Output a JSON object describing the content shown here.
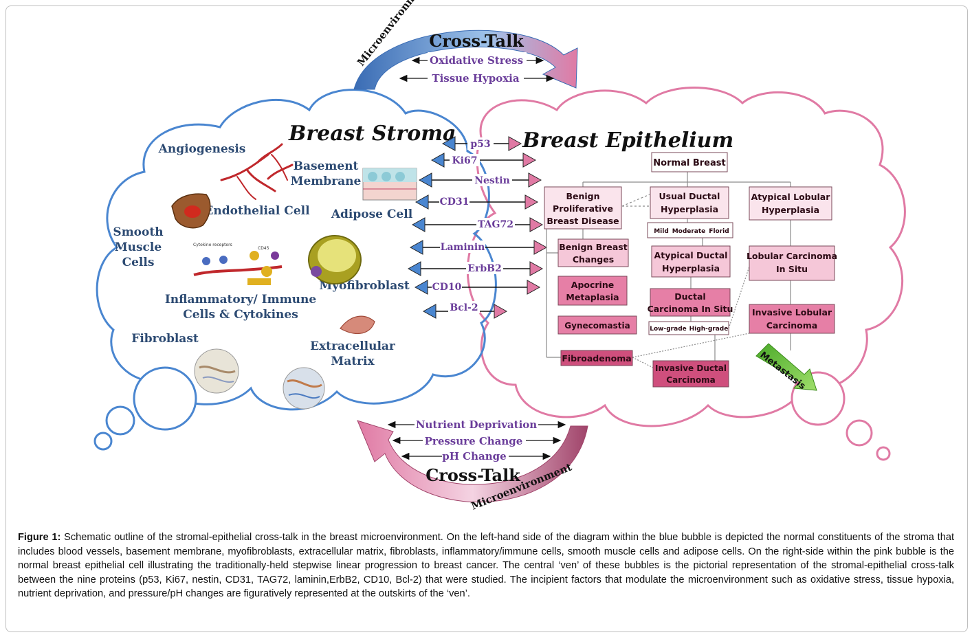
{
  "top_crosstalk": {
    "title": "Cross-Talk",
    "arc_label": "Microenvironment",
    "factors": [
      "Oxidative Stress",
      "Tissue Hypoxia"
    ]
  },
  "bottom_crosstalk": {
    "title": "Cross-Talk",
    "arc_label": "Microenvironment",
    "factors": [
      "Nutrient Deprivation",
      "Pressure Change",
      "pH Change"
    ]
  },
  "stroma": {
    "title": "Breast Stroma",
    "labels": {
      "angiogenesis": "Angiogenesis",
      "basement_membrane_1": "Basement",
      "basement_membrane_2": "Membrane",
      "endothelial": "Endothelial Cell",
      "adipose": "Adipose Cell",
      "smooth_1": "Smooth",
      "smooth_2": "Muscle",
      "smooth_3": "Cells",
      "inflammatory_1": "Inflammatory/ Immune",
      "inflammatory_2": "Cells & Cytokines",
      "myofibroblast": "Myofibroblast",
      "fibroblast": "Fibroblast",
      "ecm_1": "Extracellular",
      "ecm_2": "Matrix",
      "cytokine_receptors": "Cytokine receptors",
      "cd_label": "CD45"
    }
  },
  "proteins": [
    "p53",
    "Ki67",
    "Nestin",
    "CD31",
    "TAG72",
    "Laminin",
    "ErbB2",
    "CD10",
    "Bcl-2"
  ],
  "epithelium": {
    "title": "Breast Epithelium",
    "normal": "Normal Breast",
    "benign_proliferative": [
      "Benign",
      "Proliferative",
      "Breast Disease"
    ],
    "usual_ductal": [
      "Usual Ductal",
      "Hyperplasia"
    ],
    "atypical_lobular": [
      "Atypical Lobular",
      "Hyperplasia"
    ],
    "grades": [
      "Mild",
      "Moderate",
      "Florid"
    ],
    "benign_changes": [
      "Benign Breast",
      "Changes"
    ],
    "apocrine": [
      "Apocrine",
      "Metaplasia"
    ],
    "gynecomastia": "Gynecomastia",
    "fibroadenoma": "Fibroadenoma",
    "atypical_ductal": [
      "Atypical Ductal",
      "Hyperplasia"
    ],
    "dcis": [
      "Ductal",
      "Carcinoma In Situ"
    ],
    "dcis_grades": [
      "Low-grade",
      "High-grade"
    ],
    "idc": [
      "Invasive Ductal",
      "Carcinoma"
    ],
    "lcis": [
      "Lobular Carcinoma",
      "In Situ"
    ],
    "ilc": [
      "Invasive Lobular",
      "Carcinoma"
    ],
    "metastasis": "Metastasis"
  },
  "caption": {
    "label": "Figure 1:",
    "text": " Schematic outline of the stromal-epithelial cross-talk in the breast microenvironment.  On the left-hand side of the diagram within the blue bubble is depicted the normal constituents of the stroma that includes blood vessels, basement membrane, myofibroblasts, extracellular matrix, fibroblasts, inflammatory/immune cells, smooth muscle cells and adipose cells.  On the right-side within the pink bubble is the normal breast epithelial cell illustrating the traditionally-held stepwise linear progression to breast cancer.  The central ‘ven’ of these bubbles is the pictorial representation of the stromal-epithelial cross-talk between the nine proteins (p53, Ki67, nestin, CD31, TAG72, laminin,ErbB2, CD10, Bcl-2) that were studied.   The incipient factors that modulate the microenvironment such as oxidative stress, tissue hypoxia, nutrient deprivation, and pressure/pH changes are figuratively represented at the outskirts of the ‘ven’."
  },
  "colors": {
    "stroma_blue": "#4a86d0",
    "epithelium_pink": "#e07aa4",
    "protein_purple": "#6a3d9a",
    "stroma_text": "#2c4a72",
    "metastasis_green": "#6cc83c"
  }
}
